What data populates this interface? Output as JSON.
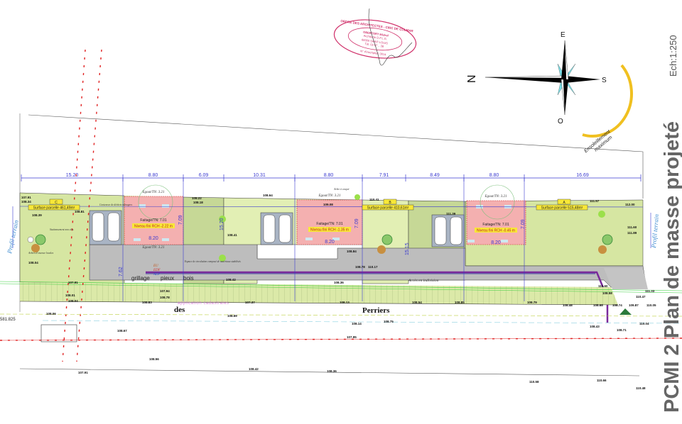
{
  "title": {
    "sheet": "PCMI 2",
    "name": "Plan de masse projeté",
    "scale": "Ech:1:250"
  },
  "compass": {
    "north": "N",
    "east": "E",
    "south": "S",
    "west": "O",
    "sun_label_1": "Ensoleillement",
    "sun_label_2": "maximum"
  },
  "stamp": {
    "line1": "ORDRE DES ARCHITECTES - CIRC DE COLMAR",
    "line2": "OBERTORT Michel",
    "line3": "Architecte D.P.L.G.",
    "line4": "68300 SAINT-LOUIS",
    "line5": "Tél. 03 67 .. 38",
    "line6": "N° d'inscription 3014"
  },
  "dimensions": [
    "15.20",
    "8.80",
    "6.09",
    "10.31",
    "8.80",
    "7.91",
    "8.49",
    "8.80",
    "16.69"
  ],
  "lots": [
    {
      "letter": "C",
      "surface": "Surface parcelle 461,49m²",
      "faitage": "Faitage/TN: 7.01",
      "niveau": "Niveau fini RCH -2.22 m",
      "egout_top": "Egout/TN: 3.21",
      "egout_bottom": "Egout/TN: 3.21",
      "width": "8.20",
      "depth": "7.09"
    },
    {
      "letter": "B",
      "surface": "Surface parcelle 410,61m²",
      "faitage": "Faitage/TN: 7.01",
      "niveau": "Niveau fini RCH -1.35 m",
      "egout_top": "Egout/TN: 3.21",
      "width": "8.20",
      "depth": "7.09"
    },
    {
      "letter": "A",
      "surface": "Surface parcelle 515,48m²",
      "faitage": "Faitage/TN: 7.01",
      "niveau": "Niveau fini RCH -0.45 m",
      "egout_top": "Egout/TN: 3.21",
      "width": "8.20",
      "depth": "7.09"
    }
  ],
  "labels": {
    "profil_left": "Profil terrain",
    "profil_right": "Profil terrain",
    "grillage": "grillage",
    "pieux": "pieux",
    "bois": "bois",
    "acces": "Accès en indivision",
    "cadastre": "application cadastrales",
    "road_1": "des",
    "road_2": "Perriers",
    "arbres": "Arbres d'essence locales",
    "stationnement": "Stationnement non clos",
    "espace": "Espace de circulation composé de matériaux stabilisés",
    "eu": "EU",
    "edf": "EDF",
    "aep": "AEP",
    "coord": "581.825",
    "depth_left": "15.20",
    "depth_mid": "15.15",
    "offset": "7.62",
    "conteneur": "Conteneur de déchets ménagers",
    "arbre_couper": "Arbre à couper"
  },
  "elevations": [
    "107.91",
    "108.34",
    "108.39",
    "108.81",
    "108.04",
    "107.91",
    "108.01",
    "108.04",
    "108.83",
    "107.94",
    "108.78",
    "108.22",
    "108.18",
    "108.41",
    "108.42",
    "107.37",
    "108.64",
    "109.08",
    "108.84",
    "110.41",
    "108.36",
    "108.78",
    "110.17",
    "111.57",
    "112.00",
    "111.39",
    "111.60",
    "111.89",
    "110.60",
    "111.33",
    "110.47",
    "108.13",
    "108.54",
    "108.85",
    "108.79",
    "108.48",
    "108.68",
    "108.74",
    "109.87",
    "110.05",
    "108.58",
    "108.14",
    "108.75",
    "108.43",
    "108.71",
    "110.04",
    "108.56",
    "107.91",
    "108.42",
    "108.36",
    "110.58",
    "110.66",
    "110.48",
    "107.95",
    "108.67",
    "108.69",
    "108.06"
  ]
}
